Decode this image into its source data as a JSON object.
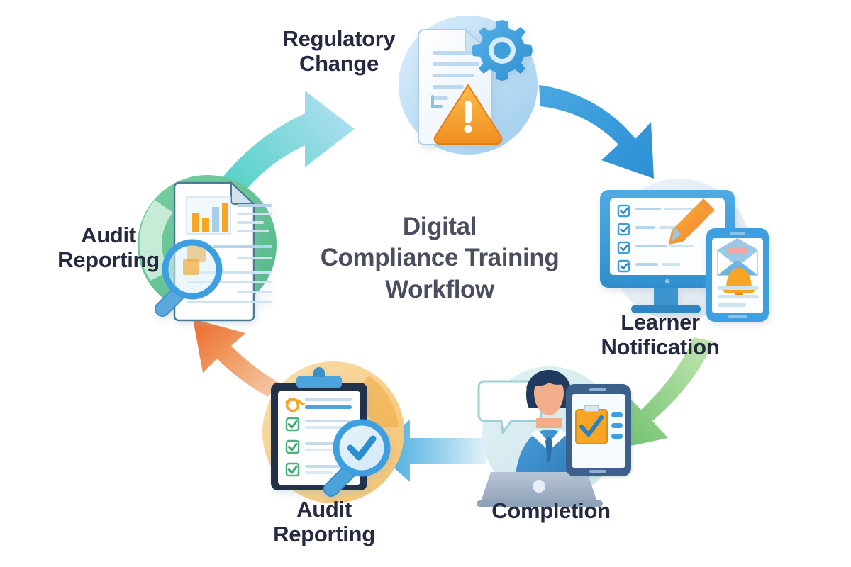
{
  "diagram": {
    "title": "Digital\nCompliance Training\nWorkflow",
    "type": "cycle",
    "background_color": "#ffffff",
    "label_color": "#252a41",
    "title_color": "#4a4e5e"
  },
  "nodes": [
    {
      "id": "regulatory-change",
      "label": "Regulatory\nChange",
      "icon": "document-gear-warning-icon",
      "circle_color": "#bcdcf4",
      "position": "top"
    },
    {
      "id": "learner-notification",
      "label": "Learner\nNotification",
      "icon": "monitor-checklist-tablet-envelope-icon",
      "circle_color": "#e4ecf4",
      "position": "right"
    },
    {
      "id": "completion",
      "label": "Completion",
      "icon": "person-laptop-tablet-icon",
      "circle_color": "#d8ecf0",
      "position": "bottom-right"
    },
    {
      "id": "audit-reporting-bottom",
      "label": "Audit\nReporting",
      "icon": "clipboard-checklist-magnifier-icon",
      "circle_color": "#f7cd86",
      "position": "bottom-left"
    },
    {
      "id": "audit-reporting-left",
      "label": "Audit\nReporting",
      "icon": "report-chart-magnifier-icon",
      "circle_color": "#5fc492",
      "position": "left"
    }
  ],
  "arrows": [
    {
      "id": "arrow-audit-to-regulatory",
      "from": "audit-reporting-left",
      "to": "regulatory-change",
      "color_start": "#3dc8bd",
      "color_end": "#9fd6f2",
      "direction": "up-right"
    },
    {
      "id": "arrow-regulatory-to-learner",
      "from": "regulatory-change",
      "to": "learner-notification",
      "color_start": "#3ea5e0",
      "color_end": "#2e92d8",
      "direction": "down-right"
    },
    {
      "id": "arrow-learner-to-completion",
      "from": "learner-notification",
      "to": "completion",
      "color_start": "#b7e3a8",
      "color_end": "#66bd6a",
      "direction": "down-left"
    },
    {
      "id": "arrow-completion-to-audit",
      "from": "completion",
      "to": "audit-reporting-bottom",
      "color_start": "#cfe7f5",
      "color_end": "#44aadd",
      "direction": "left"
    },
    {
      "id": "arrow-audit-to-audit",
      "from": "audit-reporting-bottom",
      "to": "audit-reporting-left",
      "color_start": "#f5c4a1",
      "color_end": "#ed6f2c",
      "direction": "up-left"
    }
  ],
  "palette": {
    "blue": "#3d9fe0",
    "blue_dark": "#2b7fc0",
    "blue_light": "#cde4f5",
    "orange": "#f6a623",
    "orange_deep": "#ef7d1e",
    "green": "#5fc492",
    "green_check": "#49b37a",
    "amber_circle": "#f7cd86",
    "navy": "#253858",
    "skin": "#f3ad8a",
    "white": "#ffffff"
  }
}
